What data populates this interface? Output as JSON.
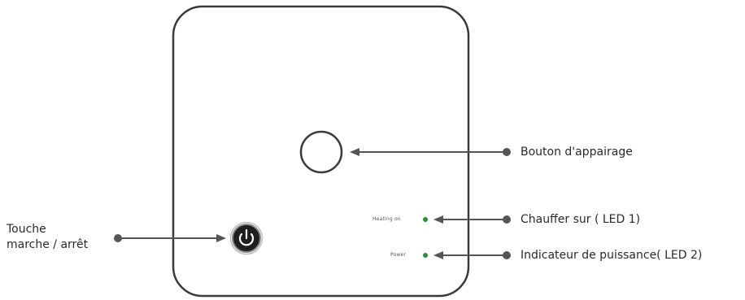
{
  "device": {
    "led1_small_label": "Heating on",
    "led2_small_label": "Power"
  },
  "callouts": {
    "power_key_line1": "Touche",
    "power_key_line2": "marche / arrêt",
    "pairing_button": "Bouton d'appairage",
    "led1": "Chauffer sur ( LED 1)",
    "led2": "Indicateur de puissance( LED 2)"
  },
  "colors": {
    "outline": "#3a3a3a",
    "callout_line": "#555555",
    "led": "#2e8b3a"
  }
}
